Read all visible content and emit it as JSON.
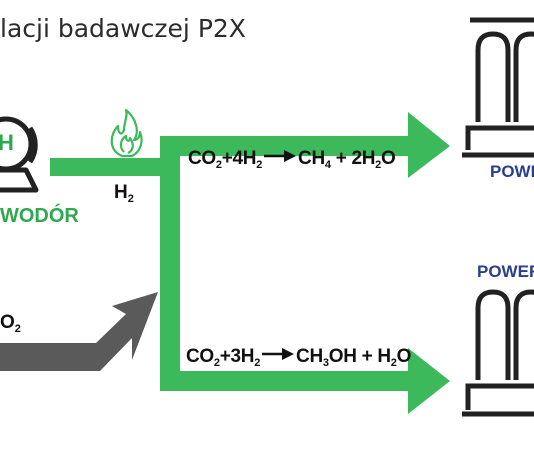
{
  "title": "lacji badawczej P2X",
  "colors": {
    "green": "#3cb95a",
    "dark_green": "#2fa84f",
    "gray": "#5a5a5a",
    "navy": "#2b3d8f",
    "black": "#111111"
  },
  "icons": {
    "hydrogen_source": "hydrogen-globe-icon",
    "flame": "flame-icon",
    "plant_top": "power-plant-icon",
    "plant_bottom": "power-plant-icon"
  },
  "labels": {
    "hydrogen": "WODÓR",
    "h2_H": "H",
    "h2_sub": "2",
    "hydrogen_symbol": "H",
    "co2_O": "O",
    "co2_sub": "2",
    "plant_top": "POWE",
    "plant_bottom": "POWER"
  },
  "equations": {
    "methane": {
      "p1": "CO",
      "s1": "2",
      "p2": "+4H",
      "s2": "2",
      "p3": "CH",
      "s3": "4",
      "p4": " + 2H",
      "s4": "2",
      "p5": "O"
    },
    "methanol": {
      "p1": "CO",
      "s1": "2",
      "p2": "+3H",
      "s2": "2",
      "p3": "CH",
      "s3": "3",
      "p4": "OH + H",
      "s4": "2",
      "p5": "O"
    }
  }
}
